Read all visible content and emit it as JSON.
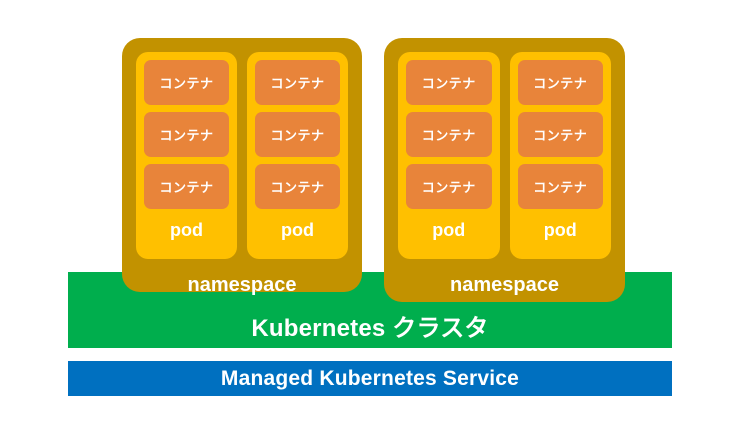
{
  "diagram": {
    "title_text": "Kubernetes architecture diagram",
    "colors": {
      "namespace": "#c29200",
      "pod": "#ffc000",
      "container": "#e8843a",
      "cluster_bar": "#00ae4d",
      "managed_bar": "#0070c0",
      "text": "#ffffff",
      "background": "#ffffff"
    },
    "namespaces": [
      {
        "label": "namespace",
        "pods": [
          {
            "label": "pod",
            "containers": [
              {
                "label": "コンテナ"
              },
              {
                "label": "コンテナ"
              },
              {
                "label": "コンテナ"
              }
            ]
          },
          {
            "label": "pod",
            "containers": [
              {
                "label": "コンテナ"
              },
              {
                "label": "コンテナ"
              },
              {
                "label": "コンテナ"
              }
            ]
          }
        ]
      },
      {
        "label": "namespace",
        "pods": [
          {
            "label": "pod",
            "containers": [
              {
                "label": "コンテナ"
              },
              {
                "label": "コンテナ"
              },
              {
                "label": "コンテナ"
              }
            ]
          },
          {
            "label": "pod",
            "containers": [
              {
                "label": "コンテナ"
              },
              {
                "label": "コンテナ"
              },
              {
                "label": "コンテナ"
              }
            ]
          }
        ]
      }
    ],
    "cluster_bar": {
      "label": "Kubernetes クラスタ"
    },
    "managed_bar": {
      "label": "Managed Kubernetes Service"
    }
  }
}
